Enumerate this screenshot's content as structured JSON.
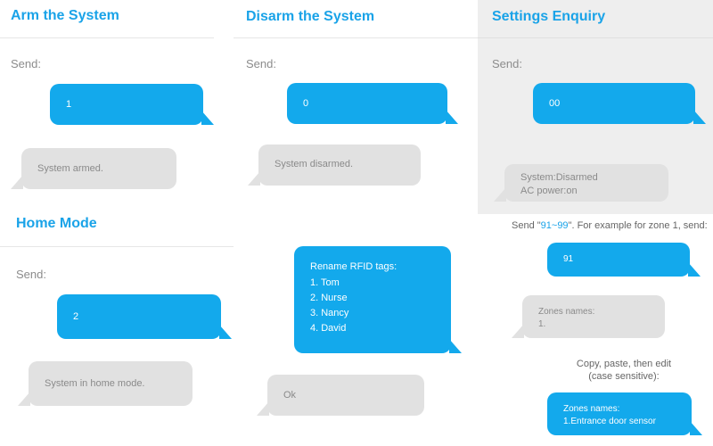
{
  "colors": {
    "accent": "#1aa3e8",
    "bubble_blue": "#13a9ec",
    "bubble_gray": "#e1e1e1",
    "panel_gray": "#eeeeee"
  },
  "arm": {
    "title": "Arm the System",
    "send_label": "Send:",
    "outgoing": "1",
    "reply": "System armed."
  },
  "disarm": {
    "title": "Disarm the System",
    "send_label": "Send:",
    "outgoing": "0",
    "reply": "System disarmed."
  },
  "settings": {
    "title": "Settings Enquiry",
    "send_label": "Send:",
    "outgoing": "00",
    "reply_lines": [
      "System:Disarmed",
      "AC power:on"
    ]
  },
  "home": {
    "title": "Home Mode",
    "send_label": "Send:",
    "outgoing": "2",
    "reply": "System in home mode."
  },
  "rfid": {
    "heading": "Rename RFID tags:",
    "names": [
      "1. Tom",
      "2. Nurse",
      "3. Nancy",
      "4. David"
    ],
    "reply": "Ok"
  },
  "zones": {
    "instruction_prefix": "Send \"",
    "instruction_range": "91~99",
    "instruction_suffix": "\". For example for zone 1, send:",
    "outgoing": "91",
    "reply_lines": [
      "Zones names:",
      "1."
    ],
    "copy_note_lines": [
      "Copy, paste, then edit",
      "(case sensitive):"
    ],
    "edited_lines": [
      "Zones names:",
      "1.Entrance door sensor"
    ]
  }
}
